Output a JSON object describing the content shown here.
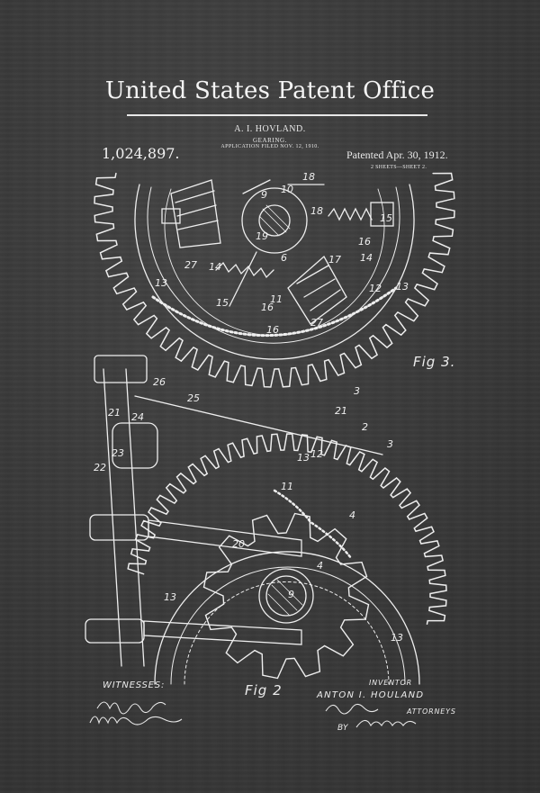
{
  "document": {
    "header": "United States Patent Office",
    "inventor_line": "A. I. HOVLAND.",
    "subject": "GEARING.",
    "application": "APPLICATION FILED NOV. 12, 1910.",
    "patent_number": "1,024,897.",
    "patent_date": "Patented Apr. 30, 1912.",
    "sheets": "2 SHEETS—SHEET 2."
  },
  "drawing": {
    "fig_top": "Fig 3.",
    "fig_bottom": "Fig 2",
    "labels_top": [
      "9",
      "10",
      "18",
      "19",
      "18",
      "15",
      "14",
      "16",
      "27",
      "14",
      "6",
      "17",
      "16",
      "11",
      "15",
      "16",
      "27",
      "12",
      "13",
      "13",
      "3"
    ],
    "labels_bottom": [
      "21",
      "2",
      "3",
      "25",
      "26",
      "24",
      "21",
      "23",
      "22",
      "12",
      "11",
      "13",
      "4",
      "9",
      "20",
      "4",
      "13",
      "13"
    ]
  },
  "signatures": {
    "witnesses_label": "WITNESSES:",
    "inventor_label": "INVENTOR",
    "inventor_name": "ANTON I. HOULAND",
    "attorneys_label": "ATTORNEYS",
    "by_label": "BY"
  },
  "colors": {
    "background": "#3a3a3a",
    "ink": "#f2f2f2"
  }
}
